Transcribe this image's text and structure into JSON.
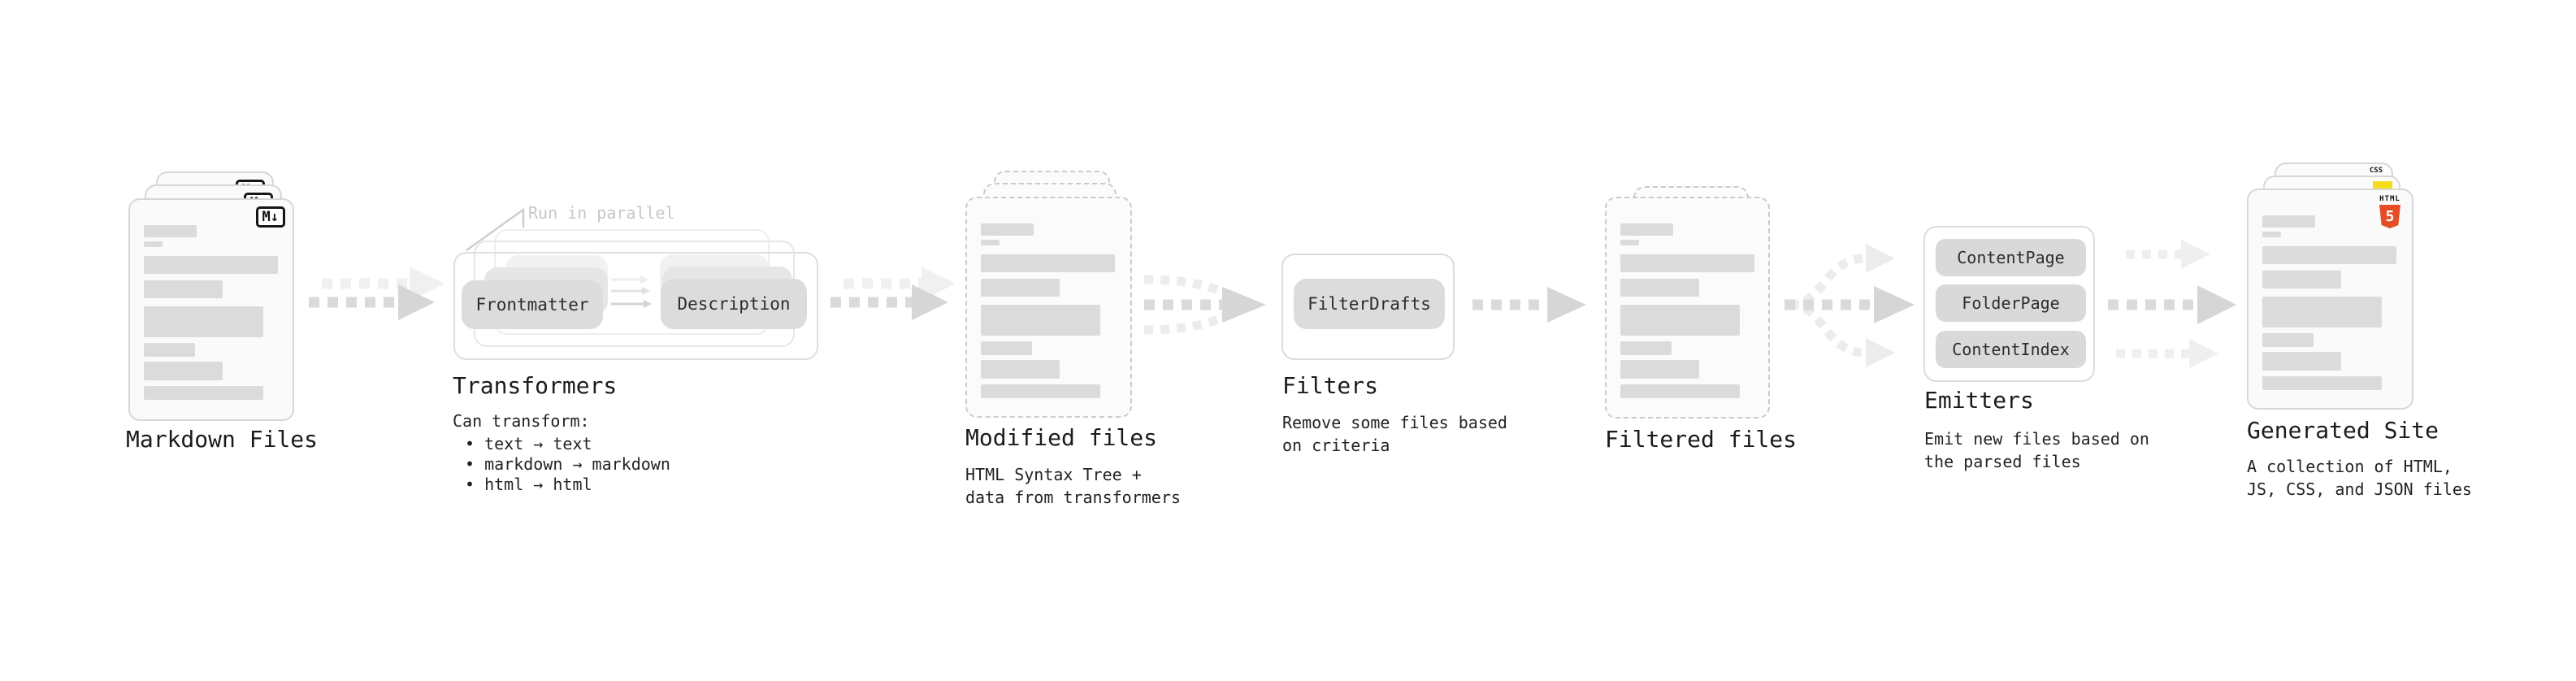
{
  "diagram": {
    "markdown_files": {
      "label": "Markdown Files",
      "icon_text": "M↓"
    },
    "transformers": {
      "label": "Transformers",
      "parallel_note": "Run in parallel",
      "step_a": "Frontmatter",
      "step_b": "Description",
      "desc_title": "Can transform:",
      "bullets": [
        "• text → text",
        "• markdown → markdown",
        "• html → html"
      ]
    },
    "modified_files": {
      "label": "Modified files",
      "desc_line1": "HTML Syntax Tree +",
      "desc_line2": "data from transformers"
    },
    "filters": {
      "label": "Filters",
      "button": "FilterDrafts",
      "desc_line1": "Remove some files based",
      "desc_line2": "on criteria"
    },
    "filtered_files": {
      "label": "Filtered files"
    },
    "emitters": {
      "label": "Emitters",
      "buttons": [
        "ContentPage",
        "FolderPage",
        "ContentIndex"
      ],
      "desc_line1": "Emit new files based on",
      "desc_line2": "the parsed files"
    },
    "generated_site": {
      "label": "Generated Site",
      "desc_line1": "A collection of HTML,",
      "desc_line2": "JS, CSS, and JSON files",
      "css_badge": "CSS",
      "html_badge": "HTML",
      "html5_number": "5"
    }
  },
  "colors": {
    "html5_orange": "#e44d26",
    "js_yellow": "#f5de19",
    "css_blue": "#2862e9",
    "arrow_gray": "#d9d9d9",
    "faint_gray": "#f0f0f0",
    "card_border": "#d7d7d7",
    "dashed_border": "#cbcbcb",
    "chip_fill": "#dcdcdc"
  }
}
